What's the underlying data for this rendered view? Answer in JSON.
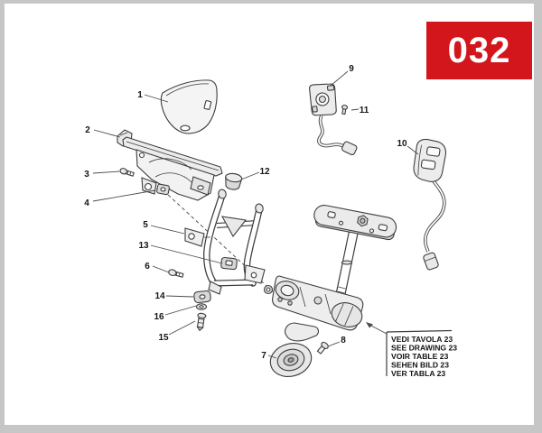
{
  "badge": {
    "text": "032"
  },
  "note": {
    "lines": [
      "VEDI TAVOLA 23",
      "SEE DRAWING 23",
      "VOIR TABLE 23",
      "SEHEN BILD 23",
      "VER TABLA 23"
    ]
  },
  "callouts": [
    {
      "label": "1"
    },
    {
      "label": "2"
    },
    {
      "label": "3"
    },
    {
      "label": "4"
    },
    {
      "label": "5"
    },
    {
      "label": "6"
    },
    {
      "label": "7"
    },
    {
      "label": "8"
    },
    {
      "label": "9"
    },
    {
      "label": "10"
    },
    {
      "label": "11"
    },
    {
      "label": "12"
    },
    {
      "label": "13"
    },
    {
      "label": "14"
    },
    {
      "label": "15"
    },
    {
      "label": "16"
    }
  ],
  "colors": {
    "badge_bg": "#d2161b",
    "badge_text": "#ffffff",
    "line": "#3d3d3d",
    "page_bg": "#ffffff",
    "frame": "#c6c6c6"
  }
}
